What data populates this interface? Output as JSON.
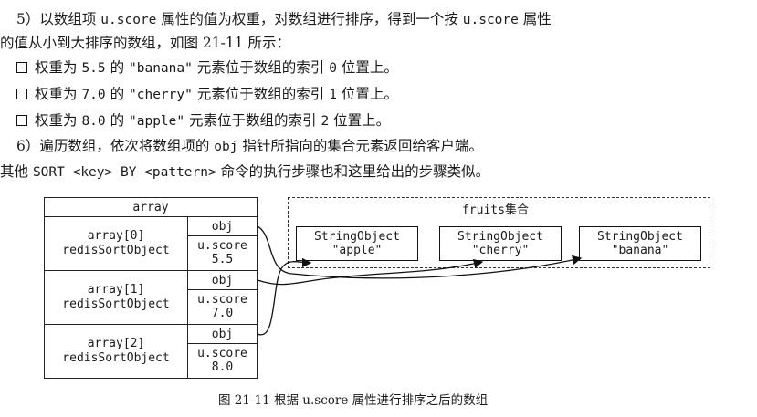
{
  "text": {
    "p1_a": "5）以数组项 ",
    "p1_code1": "u.score",
    "p1_b": " 属性的值为权重，对数组进行排序，得到一个按 ",
    "p1_code2": "u.score",
    "p1_c": " 属性",
    "p2": "的值从小到大排序的数组，如图 21-11 所示：",
    "bullets": [
      {
        "a": "权重为 ",
        "num": "5.5",
        "b": " 的 ",
        "str": "\"banana\"",
        "c": " 元素位于数组的索引 ",
        "idx": "0",
        "d": " 位置上。"
      },
      {
        "a": "权重为 ",
        "num": "7.0",
        "b": " 的 ",
        "str": "\"cherry\"",
        "c": " 元素位于数组的索引 ",
        "idx": "1",
        "d": " 位置上。"
      },
      {
        "a": "权重为 ",
        "num": "8.0",
        "b": " 的 ",
        "str": "\"apple\"",
        "c": " 元素位于数组的索引 ",
        "idx": "2",
        "d": "  位置上。"
      }
    ],
    "p3_a": "6）遍历数组，依次将数组项的 ",
    "p3_code": "obj",
    "p3_b": " 指针所指向的集合元素返回给客户端。",
    "p4_a": "其他 ",
    "p4_code": "SORT <key> BY <pattern>",
    "p4_b": " 命令的执行步骤也和这里给出的步骤类似。",
    "caption": "图 21-11    根据 u.score 属性进行排序之后的数组"
  },
  "diagram": {
    "array_title": "array",
    "elements": [
      {
        "index_label": "array[0]",
        "type_label": "redisSortObject",
        "obj": "obj",
        "score_key": "u.score",
        "score": "5.5"
      },
      {
        "index_label": "array[1]",
        "type_label": "redisSortObject",
        "obj": "obj",
        "score_key": "u.score",
        "score": "7.0"
      },
      {
        "index_label": "array[2]",
        "type_label": "redisSortObject",
        "obj": "obj",
        "score_key": "u.score",
        "score": "8.0"
      }
    ],
    "set_title": "fruits集合",
    "set_members": [
      {
        "type": "StringObject",
        "value": "\"apple\""
      },
      {
        "type": "StringObject",
        "value": "\"cherry\""
      },
      {
        "type": "StringObject",
        "value": "\"banana\""
      }
    ]
  }
}
